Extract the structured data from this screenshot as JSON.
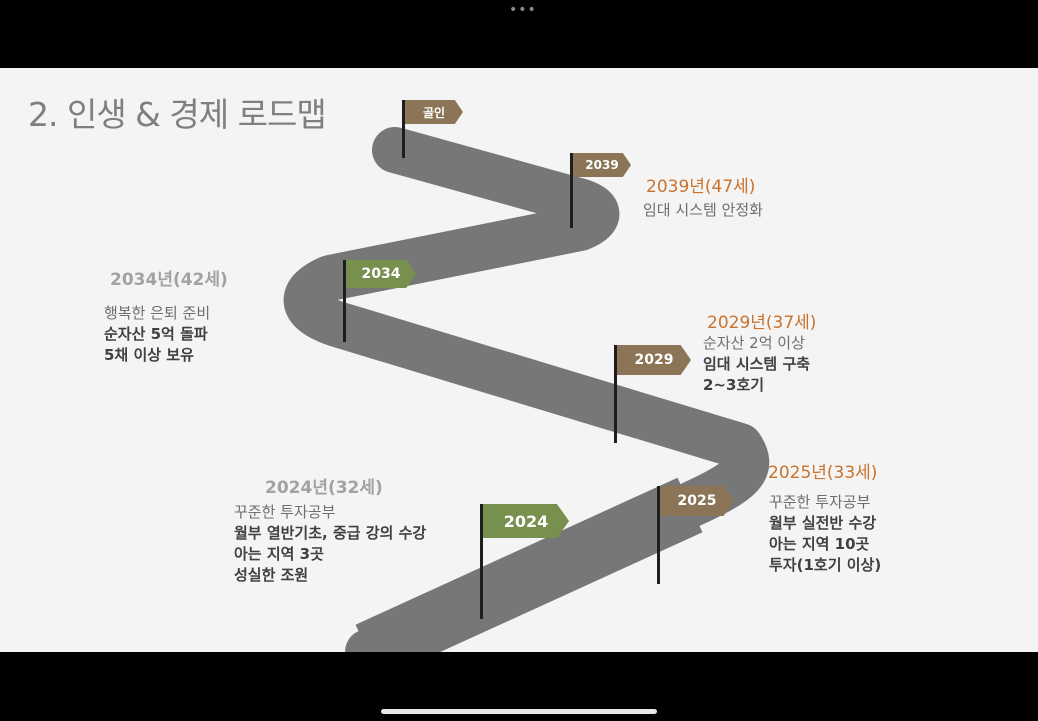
{
  "title": "2. 인생 & 경제 로드맵",
  "flags": {
    "goal": "골인",
    "f2039": "2039",
    "f2034": "2034",
    "f2029": "2029",
    "f2025": "2025",
    "f2024": "2024"
  },
  "milestones": {
    "m2039": {
      "year": "2039년(47세)",
      "lines": [
        "임대 시스템 안정화"
      ]
    },
    "m2034": {
      "year": "2034년(42세)",
      "lines": [
        "행복한 은퇴 준비",
        "순자산 5억 돌파",
        "5채 이상 보유"
      ]
    },
    "m2029": {
      "year": "2029년(37세)",
      "lines": [
        "순자산 2억 이상",
        "임대 시스템 구축",
        "2~3호기"
      ]
    },
    "m2025": {
      "year": "2025년(33세)",
      "lines": [
        "꾸준한 투자공부",
        "월부 실전반 수강",
        "아는 지역 10곳",
        "투자(1호기 이상)"
      ]
    },
    "m2024": {
      "year": "2024년(32세)",
      "lines": [
        "꾸준한 투자공부",
        "월부 열반기초, 중급 강의 수강",
        "아는 지역 3곳",
        "성실한 조원"
      ]
    }
  },
  "colors": {
    "road": "#777777",
    "brown_flag": "#8b7556",
    "green_flag": "#77904d",
    "accent_year": "#c8732e",
    "muted_year": "#a2a2a2"
  }
}
